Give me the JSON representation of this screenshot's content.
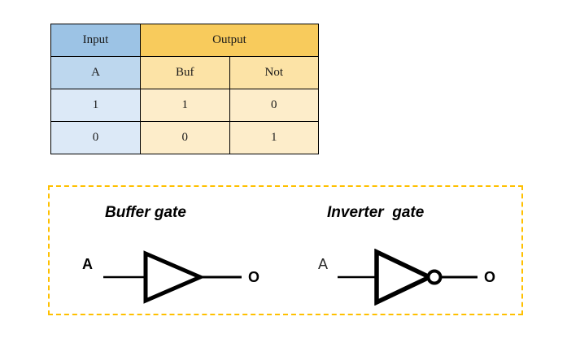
{
  "page": {
    "background": "#ffffff"
  },
  "truth_table": {
    "name": "buffer-and-inverter-truth-table",
    "group_headers": [
      {
        "label": "Input",
        "span": 1,
        "color": "#9cc3e5"
      },
      {
        "label": "Output",
        "span": 2,
        "color": "#f8cb5c"
      }
    ],
    "column_headers": [
      {
        "label": "A",
        "color": "#bdd7ee"
      },
      {
        "label": "Buf",
        "color": "#fce3a6"
      },
      {
        "label": "Not",
        "color": "#fce3a6"
      }
    ],
    "rows": [
      {
        "a": "1",
        "buf": "1",
        "not": "0"
      },
      {
        "a": "0",
        "buf": "0",
        "not": "1"
      }
    ]
  },
  "gate_panel": {
    "border_color": "#ffc000",
    "border_style": "dashed",
    "gates": [
      {
        "title": "Buffer gate",
        "input_label": "A",
        "output_label": "O",
        "input_label_weight": "bold",
        "has_inversion_bubble": false
      },
      {
        "title": "Inverter  gate",
        "input_label": "A",
        "output_label": "O",
        "input_label_weight": "regular",
        "has_inversion_bubble": true
      }
    ]
  },
  "chart_data": {
    "type": "table",
    "title": "Buffer / Inverter truth table",
    "columns": [
      "A",
      "Buf",
      "Not"
    ],
    "column_groups": [
      "Input",
      "Output",
      "Output"
    ],
    "rows": [
      [
        "1",
        "1",
        "0"
      ],
      [
        "0",
        "0",
        "1"
      ]
    ]
  }
}
